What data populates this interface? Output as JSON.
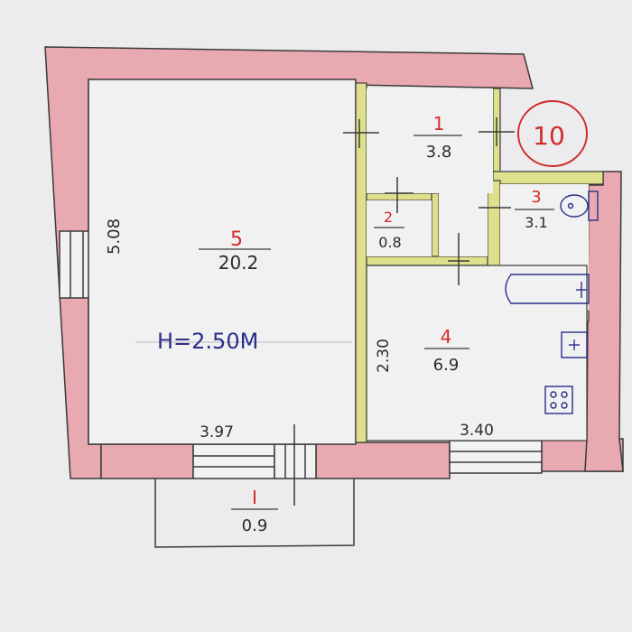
{
  "plan": {
    "ceiling_height": "H=2.50M",
    "apartment_number": "10",
    "colors": {
      "wall": "#e9a9b0",
      "partition": "#dfe08e",
      "line": "#3a3a3a",
      "label_red": "#d12b2b",
      "label_blue": "#2a2f8a",
      "paper": "#ececee"
    },
    "rooms": [
      {
        "number": "5",
        "area": "20.2"
      },
      {
        "number": "1",
        "area": "3.8"
      },
      {
        "number": "2",
        "area": "0.8"
      },
      {
        "number": "3",
        "area": "3.1"
      },
      {
        "number": "4",
        "area": "6.9"
      },
      {
        "number": "I",
        "area": "0.9"
      }
    ],
    "dimensions": {
      "room5_height": "5.08",
      "room5_width": "3.97",
      "room4_height": "2.30",
      "room4_width": "3.40"
    },
    "fixtures": [
      "toilet-icon",
      "bathtub-icon",
      "sink-icon",
      "stove-icon"
    ]
  }
}
